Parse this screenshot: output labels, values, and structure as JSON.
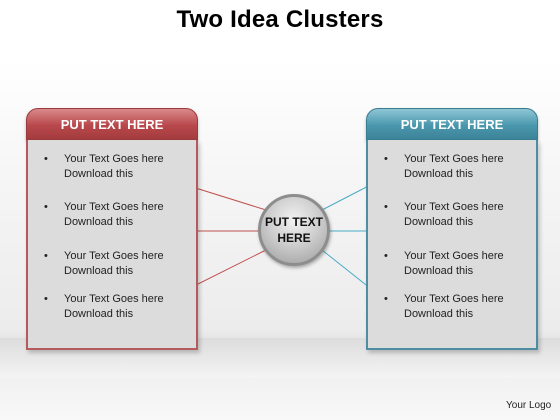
{
  "title": "Two Idea Clusters",
  "left_panel": {
    "header": "PUT TEXT HERE",
    "items": [
      {
        "bullet": "•",
        "line1": "Your Text Goes here",
        "line2": "Download this"
      },
      {
        "bullet": "•",
        "line1": "Your Text Goes here",
        "line2": "Download this"
      },
      {
        "bullet": "•",
        "line1": "Your Text Goes here",
        "line2": "Download this"
      },
      {
        "bullet": "•",
        "line1": "Your Text Goes here",
        "line2": "Download this"
      }
    ]
  },
  "right_panel": {
    "header": "PUT TEXT HERE",
    "items": [
      {
        "bullet": "•",
        "line1": "Your Text Goes here",
        "line2": "Download this"
      },
      {
        "bullet": "•",
        "line1": "Your Text Goes here",
        "line2": "Download this"
      },
      {
        "bullet": "•",
        "line1": "Your Text Goes here",
        "line2": "Download this"
      },
      {
        "bullet": "•",
        "line1": "Your Text Goes here",
        "line2": "Download this"
      }
    ]
  },
  "center": {
    "line1": "PUT TEXT",
    "line2": "HERE"
  },
  "logo": "Your Logo",
  "colors": {
    "left_accent": "#b8484b",
    "right_accent": "#4a97ad",
    "left_connector": "#c0504d",
    "right_connector": "#4bacc6",
    "panel_fill": "#dcdcdc",
    "center_fill": "#cfcfcf"
  }
}
